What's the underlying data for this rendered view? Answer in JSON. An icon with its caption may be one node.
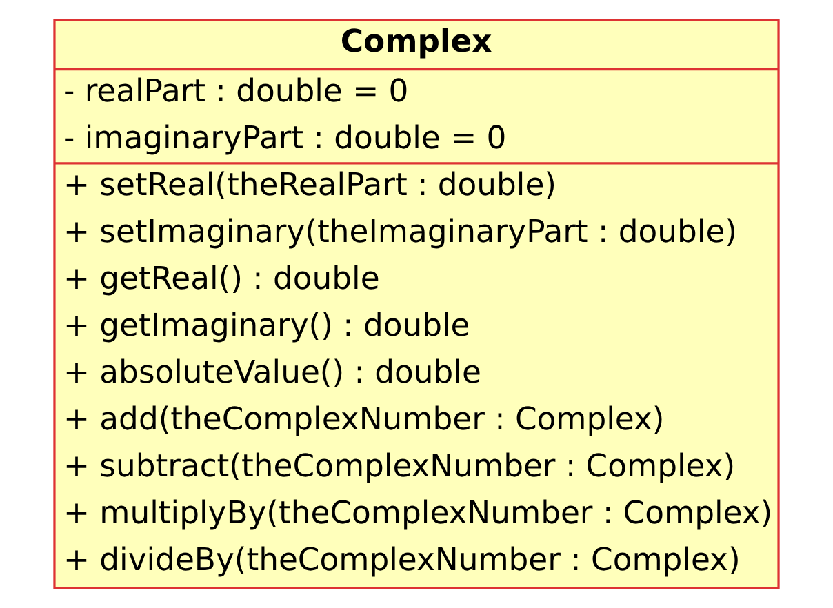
{
  "diagram": {
    "nodes": [
      {
        "text": [
          "Complex",
          "- realPart : double = 0",
          "- imaginaryPart : double = 0",
          "+ setReal(theRealPart : double)",
          "+ setImaginary(theImaginaryPart : double)",
          "+ getReal() : double",
          "+ getImaginary() : double",
          "+ absoluteValue() : double",
          "+ add(theComplexNumber : Complex)",
          "+ subtract(theComplexNumber : Complex)",
          "+ multiplyBy(theComplexNumber : Complex)",
          "+ divideBy(theComplexNumber : Complex)"
        ]
      }
    ]
  }
}
